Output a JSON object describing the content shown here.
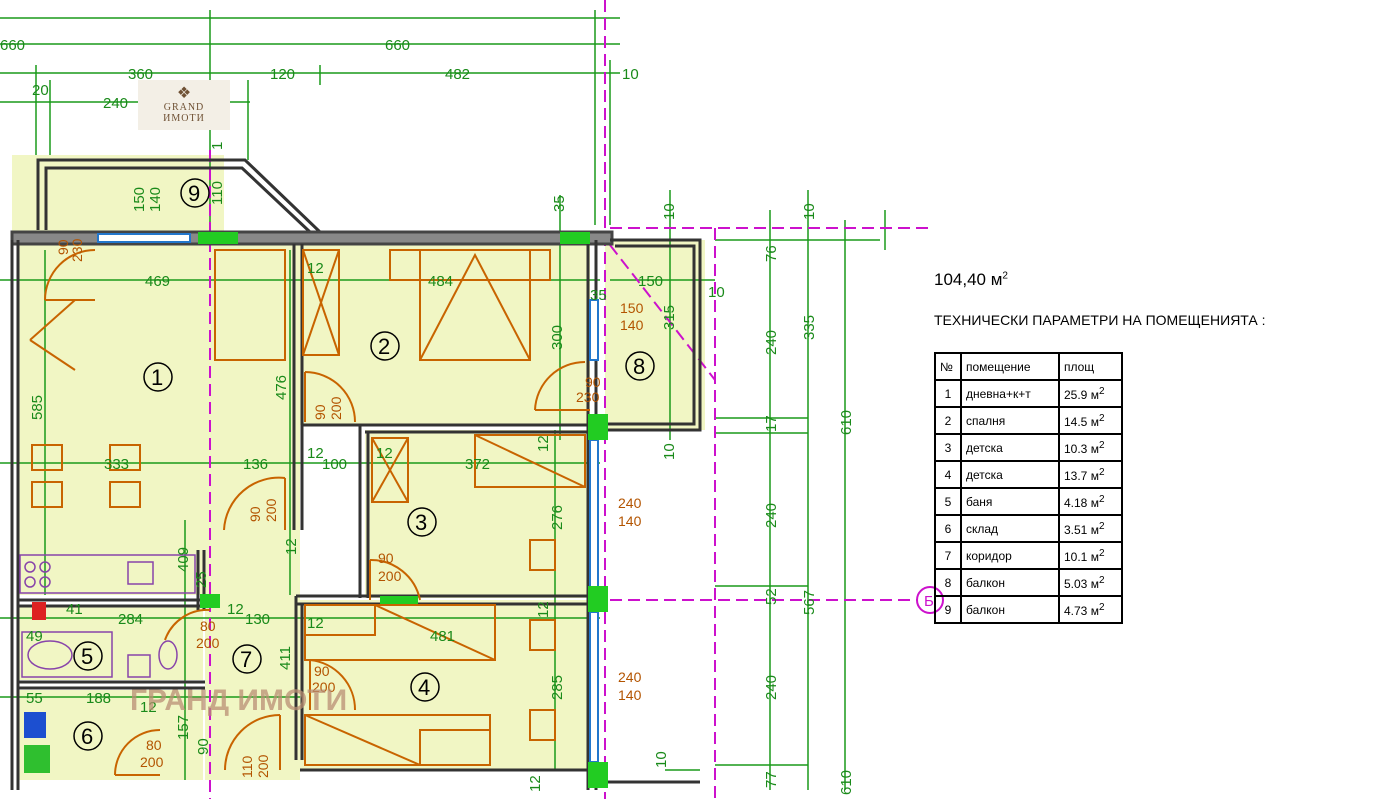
{
  "plan": {
    "dims_top": {
      "d660a": "660",
      "d660b": "660",
      "d360": "360",
      "d120": "120",
      "d482": "482",
      "d10": "10",
      "d20": "20",
      "d240": "240"
    },
    "dims": {
      "d469": "469",
      "d484": "484",
      "d150b": "150",
      "d10r": "10",
      "d585": "585",
      "d476": "476",
      "d333": "333",
      "d136": "136",
      "d100": "100",
      "d372": "372",
      "d284": "284",
      "d130": "130",
      "d481": "481",
      "d49": "49",
      "d41": "41",
      "d55": "55",
      "d188": "188",
      "d411": "411",
      "d157": "157",
      "d12a": "12",
      "d12b": "12",
      "d12c": "12",
      "d12d": "12",
      "d12e": "12",
      "d12f": "12",
      "d12g": "12",
      "d12h": "12",
      "d12i": "12",
      "d12j": "12",
      "d35": "35",
      "d35b": "35",
      "d10a": "10",
      "d10b": "10",
      "d10c": "10",
      "d10d": "10",
      "d300": "300",
      "d315": "315",
      "d276": "276",
      "d285": "285",
      "d409": "409",
      "d25": "25",
      "d110": "110",
      "d76": "76",
      "d335": "335",
      "d240a": "240",
      "d240b": "240",
      "d240c": "240",
      "d17": "17",
      "d610": "610",
      "d610b": "610",
      "d567": "567",
      "d52": "52",
      "d77": "77",
      "d150a": "150",
      "d140a": "140",
      "d90": "90",
      "d1": "1"
    },
    "doors": {
      "w150": "150",
      "w140": "140",
      "d90a": "90",
      "d230a": "230",
      "d150c": "150",
      "d140c": "140",
      "d90b": "90",
      "d230b": "230",
      "d90c": "90",
      "d200c": "200",
      "d90d": "90",
      "d200d": "200",
      "d90e": "90",
      "d200e": "200",
      "d240d": "240",
      "d140d": "140",
      "d240e": "240",
      "d140e": "140",
      "d80f": "80",
      "d200f": "200",
      "d90g": "90",
      "d200g": "200",
      "d80h": "80",
      "d200h": "200",
      "d110i": "110",
      "d200i": "200",
      "d90j": "90"
    },
    "rooms": [
      "1",
      "2",
      "3",
      "4",
      "5",
      "6",
      "7",
      "8",
      "9"
    ],
    "axis_label": "Б",
    "watermark": "ГРАНД ИМОТИ"
  },
  "logo": {
    "line1": "GRAND",
    "line2": "ИМОТИ"
  },
  "info": {
    "area": "104,40 м",
    "area_sup": "2",
    "title": "ТЕХНИЧЕСКИ ПАРАМЕТРИ НА  ПОМЕЩЕНИЯТА :",
    "table": {
      "headers": [
        "№",
        "помещение",
        "площ"
      ],
      "rows": [
        {
          "num": "1",
          "name": "дневна+к+т",
          "area": "25.9 м",
          "sup": "2"
        },
        {
          "num": "2",
          "name": "спалня",
          "area": "14.5 м",
          "sup": "2"
        },
        {
          "num": "3",
          "name": "детска",
          "area": "10.3 м",
          "sup": "2"
        },
        {
          "num": "4",
          "name": "детска",
          "area": "13.7 м",
          "sup": "2"
        },
        {
          "num": "5",
          "name": "баня",
          "area": "4.18 м",
          "sup": "2"
        },
        {
          "num": "6",
          "name": "склад",
          "area": "3.51 м",
          "sup": "2"
        },
        {
          "num": "7",
          "name": "коридор",
          "area": "10.1 м",
          "sup": "2"
        },
        {
          "num": "8",
          "name": "балкон",
          "area": "5.03 м",
          "sup": "2"
        },
        {
          "num": "9",
          "name": "балкон",
          "area": "4.73 м",
          "sup": "2"
        }
      ]
    }
  }
}
